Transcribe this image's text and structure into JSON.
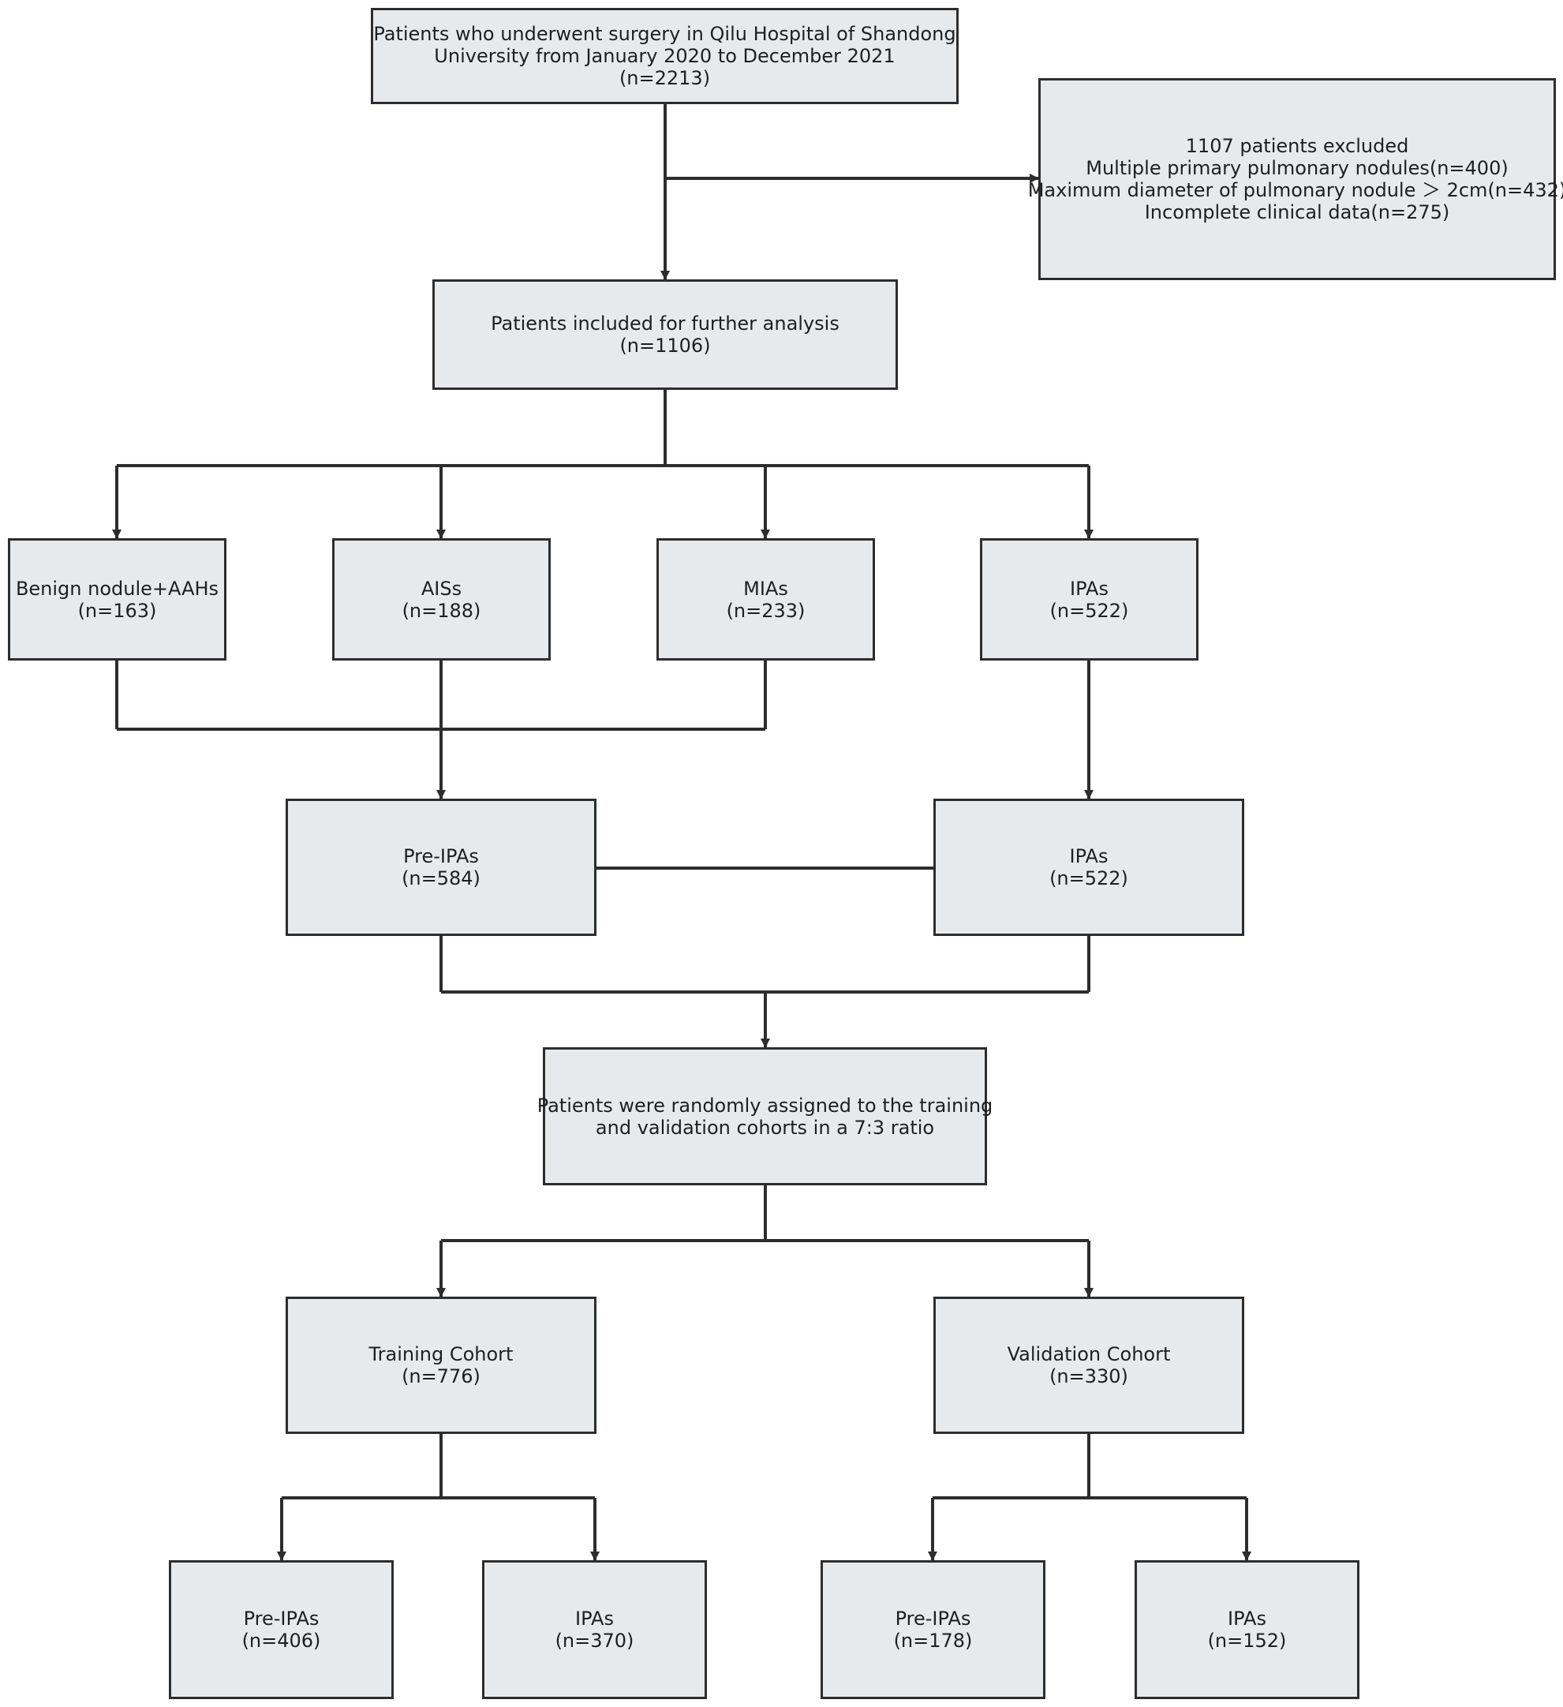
{
  "flowchart": {
    "source": {
      "lines": [
        "Patients who underwent surgery in Qilu Hospital of Shandong",
        "University from January 2020 to December 2021",
        "(n=2213)"
      ]
    },
    "excluded": {
      "lines": [
        "1107 patients excluded",
        "Multiple primary pulmonary nodules(n=400)",
        "Maximum diameter of pulmonary nodule ＞ 2cm(n=432)",
        "Incomplete clinical data(n=275)"
      ]
    },
    "included": {
      "lines": [
        "Patients included for further analysis",
        "(n=1106)"
      ]
    },
    "benign": {
      "lines": [
        "Benign nodule+AAHs",
        "(n=163)"
      ]
    },
    "ais": {
      "lines": [
        "AISs",
        "(n=188)"
      ]
    },
    "mia": {
      "lines": [
        "MIAs",
        "(n=233)"
      ]
    },
    "ipa_top": {
      "lines": [
        "IPAs",
        "(n=522)"
      ]
    },
    "pre_ipa": {
      "lines": [
        "Pre-IPAs",
        "(n=584)"
      ]
    },
    "ipa_mid": {
      "lines": [
        "IPAs",
        "(n=522)"
      ]
    },
    "randomized": {
      "lines": [
        "Patients were randomly assigned to the training",
        "and validation cohorts in a 7:3 ratio"
      ]
    },
    "training": {
      "lines": [
        "Training Cohort",
        "(n=776)"
      ]
    },
    "validation": {
      "lines": [
        "Validation Cohort",
        "(n=330)"
      ]
    },
    "train_pre": {
      "lines": [
        "Pre-IPAs",
        "(n=406)"
      ]
    },
    "train_ipa": {
      "lines": [
        "IPAs",
        "(n=370)"
      ]
    },
    "val_pre": {
      "lines": [
        "Pre-IPAs",
        "(n=178)"
      ]
    },
    "val_ipa": {
      "lines": [
        "IPAs",
        "(n=152)"
      ]
    }
  },
  "colors": {
    "box_fill": "#e7eaed",
    "stroke": "#2d2d2d",
    "text": "#1f1f1f",
    "background": "#ffffff"
  }
}
